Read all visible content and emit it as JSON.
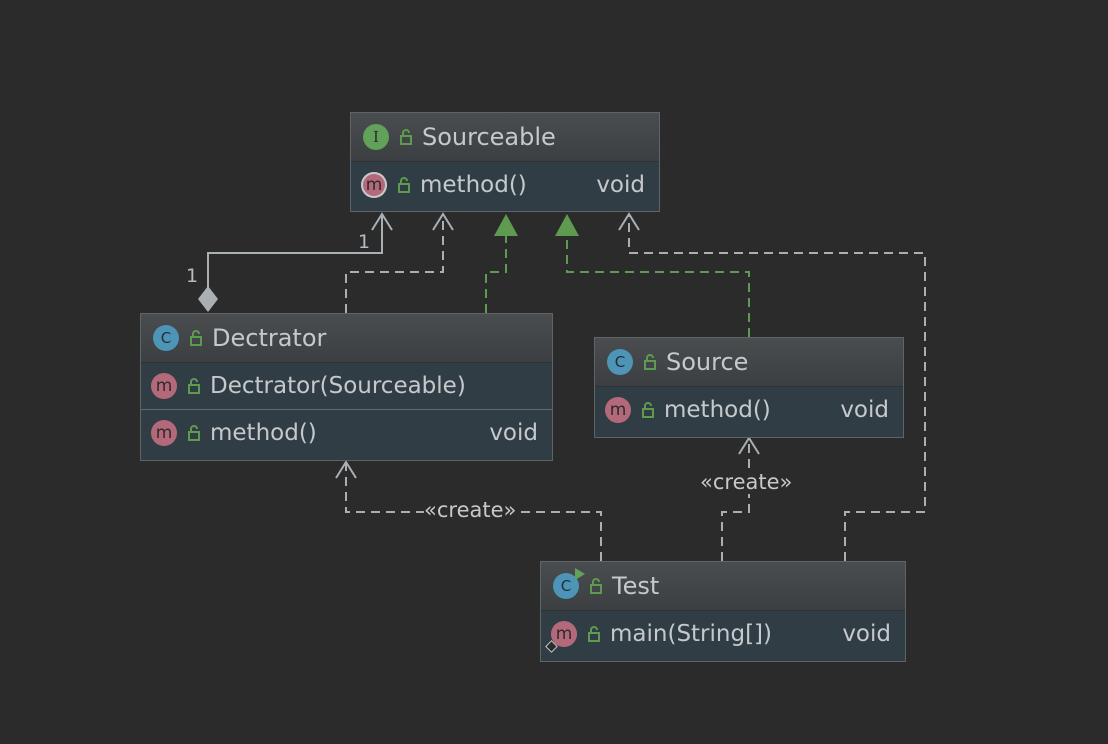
{
  "classes": {
    "sourceable": {
      "name": "Sourceable",
      "kind_letter": "I",
      "methods": [
        {
          "name": "method()",
          "type": "void"
        }
      ]
    },
    "dectrator": {
      "name": "Dectrator",
      "kind_letter": "C",
      "constructors": [
        {
          "name": "Dectrator(Sourceable)"
        }
      ],
      "methods": [
        {
          "name": "method()",
          "type": "void"
        }
      ]
    },
    "source": {
      "name": "Source",
      "kind_letter": "C",
      "methods": [
        {
          "name": "method()",
          "type": "void"
        }
      ]
    },
    "test": {
      "name": "Test",
      "kind_letter": "C",
      "methods": [
        {
          "name": "main(String[])",
          "type": "void"
        }
      ]
    }
  },
  "member_letter": "m",
  "relations": {
    "aggregation": {
      "source_multiplicity": "1",
      "target_multiplicity": "1"
    },
    "create_to_dectrator": {
      "label": "«create»"
    },
    "create_to_source": {
      "label": "«create»"
    }
  },
  "colors": {
    "background": "#2b2b2b",
    "dependency_line": "#a9b0b4",
    "realization_line": "#5e9a4f",
    "interface_badge": "#62a15a",
    "class_badge": "#4d94b6",
    "method_badge": "#b4697a"
  }
}
